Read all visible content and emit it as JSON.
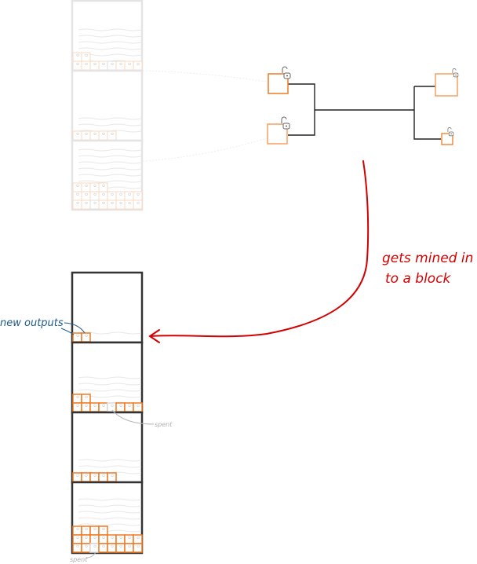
{
  "colors": {
    "output": "#f07a22",
    "block_border": "#333333",
    "faded_border": "#e4e4e4",
    "faded_output": "#f8d9c2",
    "arrow_red": "#d40000",
    "label_blue": "#1f5a8c",
    "spent_gray": "#b0b0b0",
    "tx_line": "#222222"
  },
  "labels": {
    "mined": [
      "gets mined in",
      "to a block"
    ],
    "new_outputs": "new outputs",
    "spent_top": "spent",
    "spent_bottom": "spent"
  },
  "faded_chain": {
    "blocks": [
      {
        "rows": [
          2,
          8
        ],
        "spent": [
          4
        ]
      },
      {
        "rows": [
          5
        ],
        "spent": []
      },
      {
        "rows": [
          4,
          8,
          8
        ],
        "spent": [
          2
        ]
      }
    ]
  },
  "transaction": {
    "inputs": 2,
    "outputs": 2,
    "locks": [
      "locked",
      "locked",
      "unlocked",
      "unlocked"
    ]
  },
  "chain": {
    "blocks": [
      {
        "name": "new-block",
        "rows": [
          2
        ],
        "spent": []
      },
      {
        "name": "block-2",
        "rows": [
          2,
          8
        ],
        "spent": [
          4
        ]
      },
      {
        "name": "block-3",
        "rows": [
          5
        ],
        "spent": []
      },
      {
        "name": "block-4",
        "rows": [
          4,
          8,
          8
        ],
        "spent": [
          2
        ]
      }
    ]
  }
}
